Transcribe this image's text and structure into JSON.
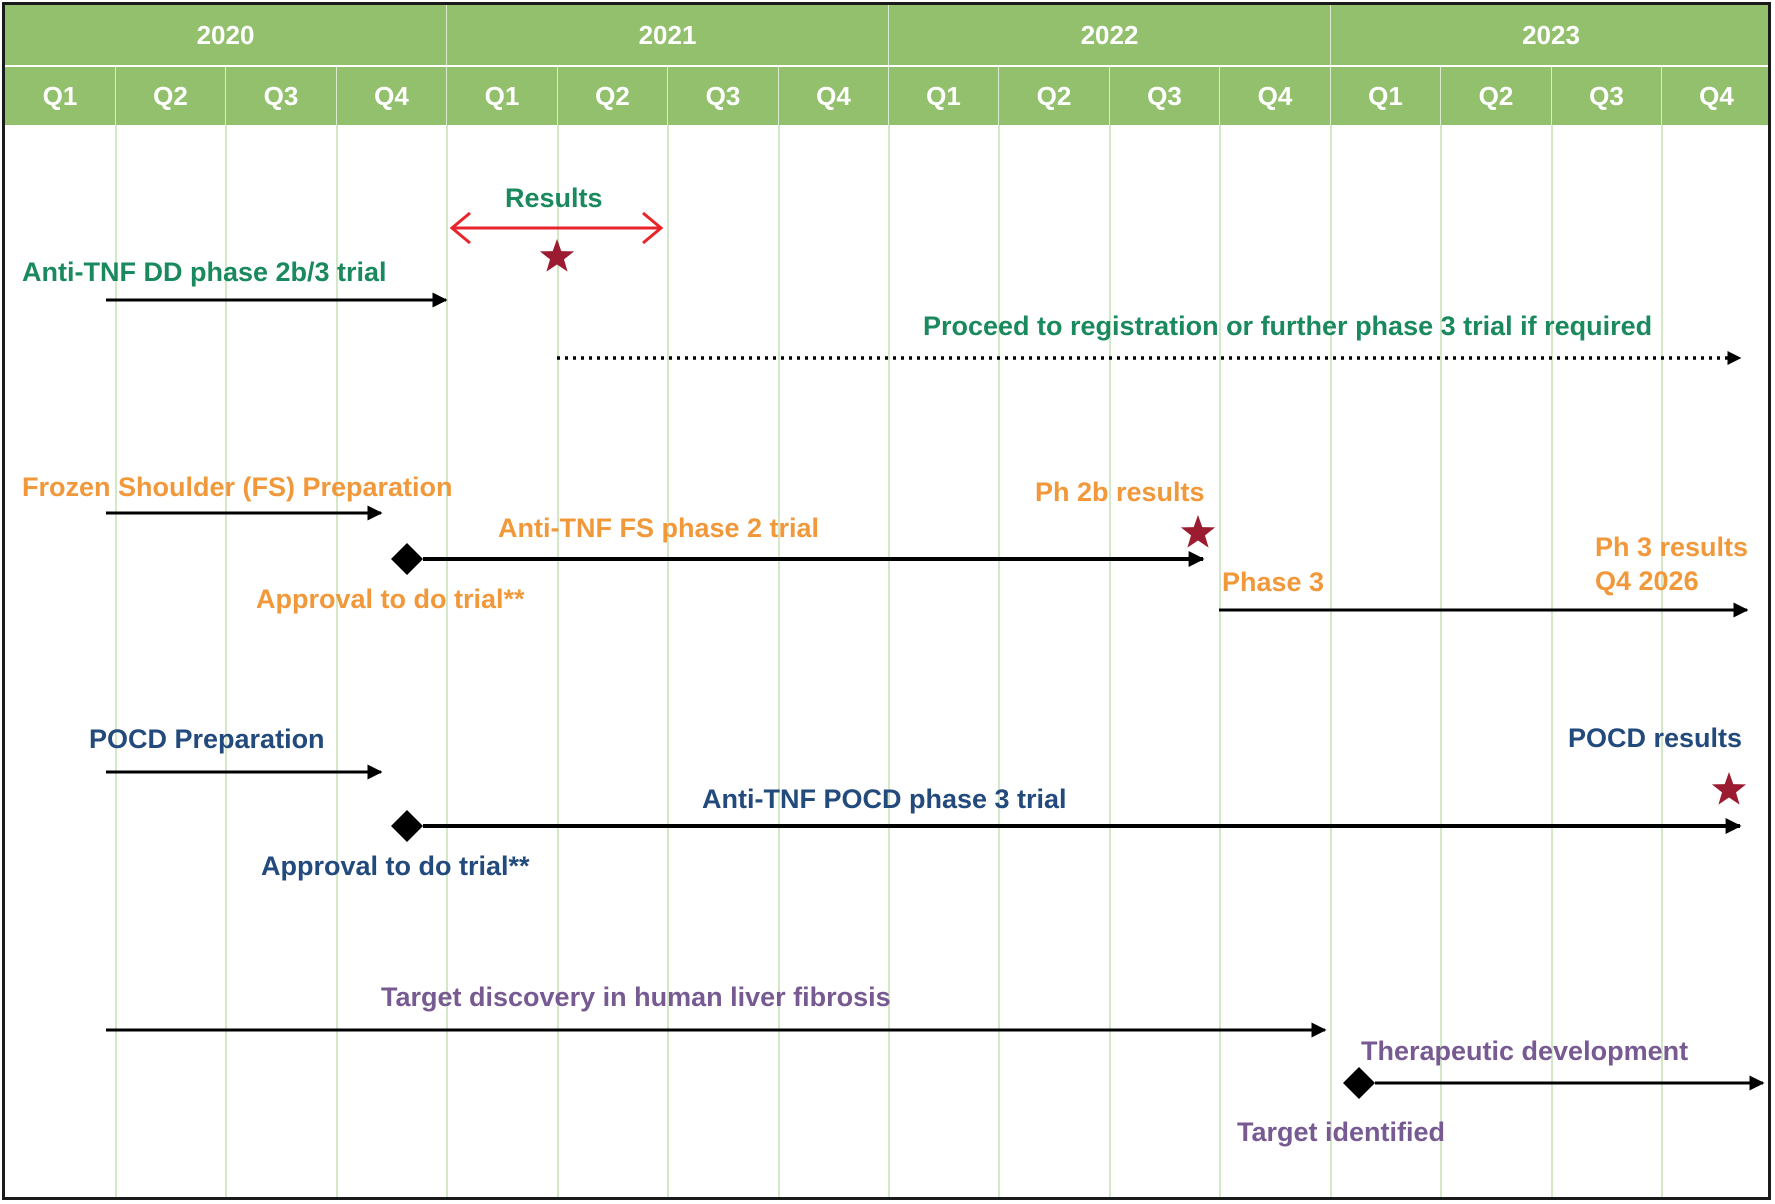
{
  "header": {
    "years": [
      "2020",
      "2021",
      "2022",
      "2023"
    ],
    "quarters": [
      "Q1",
      "Q2",
      "Q3",
      "Q4",
      "Q1",
      "Q2",
      "Q3",
      "Q4",
      "Q1",
      "Q2",
      "Q3",
      "Q4",
      "Q1",
      "Q2",
      "Q3",
      "Q4"
    ]
  },
  "colors": {
    "header_bg": "#92c06d",
    "green": "#1a8a5e",
    "orange": "#f0983a",
    "navy": "#234a7c",
    "purple": "#775a92",
    "star": "#9b1b30",
    "results_arrow": "#e8232b"
  },
  "tracks": {
    "dd": {
      "label": "Anti-TNF DD phase 2b/3 trial",
      "results": "Results",
      "proceed": "Proceed to registration or further phase 3 trial if required"
    },
    "fs": {
      "prep": "Frozen Shoulder (FS) Preparation",
      "trial": "Anti-TNF FS phase 2 trial",
      "approval": "Approval to do trial**",
      "ph2b": "Ph 2b results",
      "phase3": "Phase 3",
      "ph3_line1": "Ph 3 results",
      "ph3_line2": "Q4 2026"
    },
    "pocd": {
      "prep": "POCD Preparation",
      "trial": "Anti-TNF POCD phase 3 trial",
      "approval": "Approval to do trial**",
      "results": "POCD results"
    },
    "liver": {
      "discovery": "Target discovery in human liver fibrosis",
      "development": "Therapeutic development",
      "identified": "Target identified"
    }
  }
}
